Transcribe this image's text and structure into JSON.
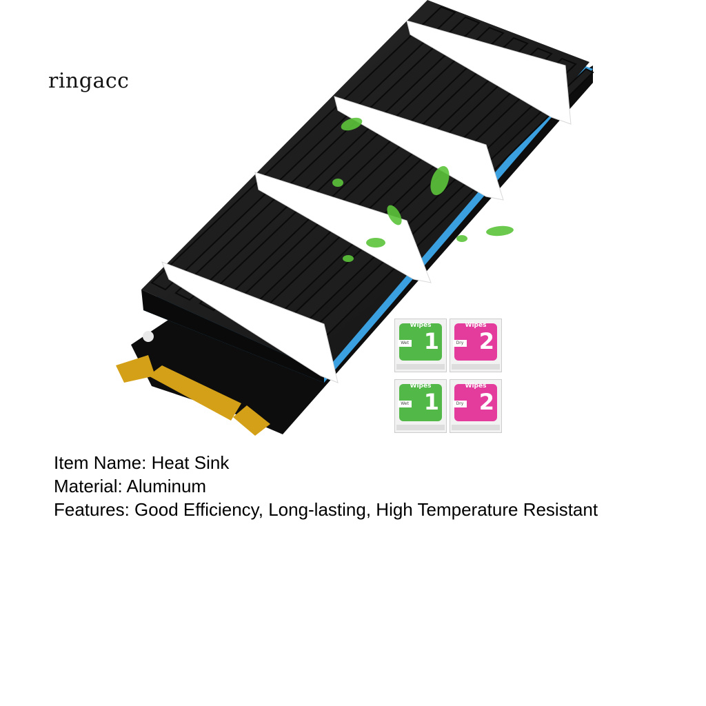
{
  "brand": "ringacc",
  "wipes": [
    {
      "title": "Wipes",
      "number": "1",
      "tag": "Wet",
      "color": "#52b848"
    },
    {
      "title": "Wipes",
      "number": "2",
      "tag": "Dry",
      "color": "#e43c9c"
    },
    {
      "title": "Wipes",
      "number": "1",
      "tag": "Wet",
      "color": "#52b848"
    },
    {
      "title": "Wipes",
      "number": "2",
      "tag": "Dry",
      "color": "#e43c9c"
    }
  ],
  "specs": {
    "item_name": "Item Name: Heat Sink",
    "material": "Material: Aluminum",
    "features": "Features: Good Efficiency, Long-lasting, High Temperature Resistant"
  },
  "colors": {
    "heatsink": "#141414",
    "band": "#ffffff",
    "thermal_pad": "#3aa0e0",
    "pcb": "#0d0d0d",
    "gold_contacts": "#d4a017",
    "leaf": "#5cc43a"
  }
}
